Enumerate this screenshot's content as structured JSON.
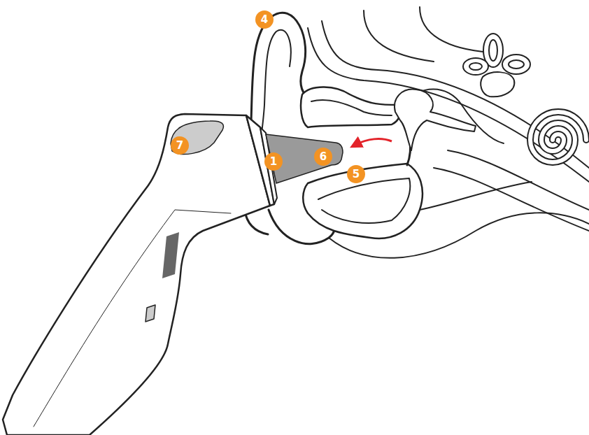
{
  "diagram": {
    "labels": [
      "4",
      "7",
      "1",
      "6",
      "5"
    ]
  }
}
